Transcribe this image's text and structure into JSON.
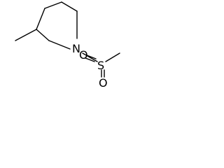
{
  "molecule": {
    "atom_labels": {
      "nitrogen": "N",
      "sulfur": "S",
      "oxygen_top": "O",
      "oxygen_bottom": "O"
    },
    "colors": {
      "bond": "#000000",
      "label": "#000000",
      "background": "#ffffff"
    }
  }
}
